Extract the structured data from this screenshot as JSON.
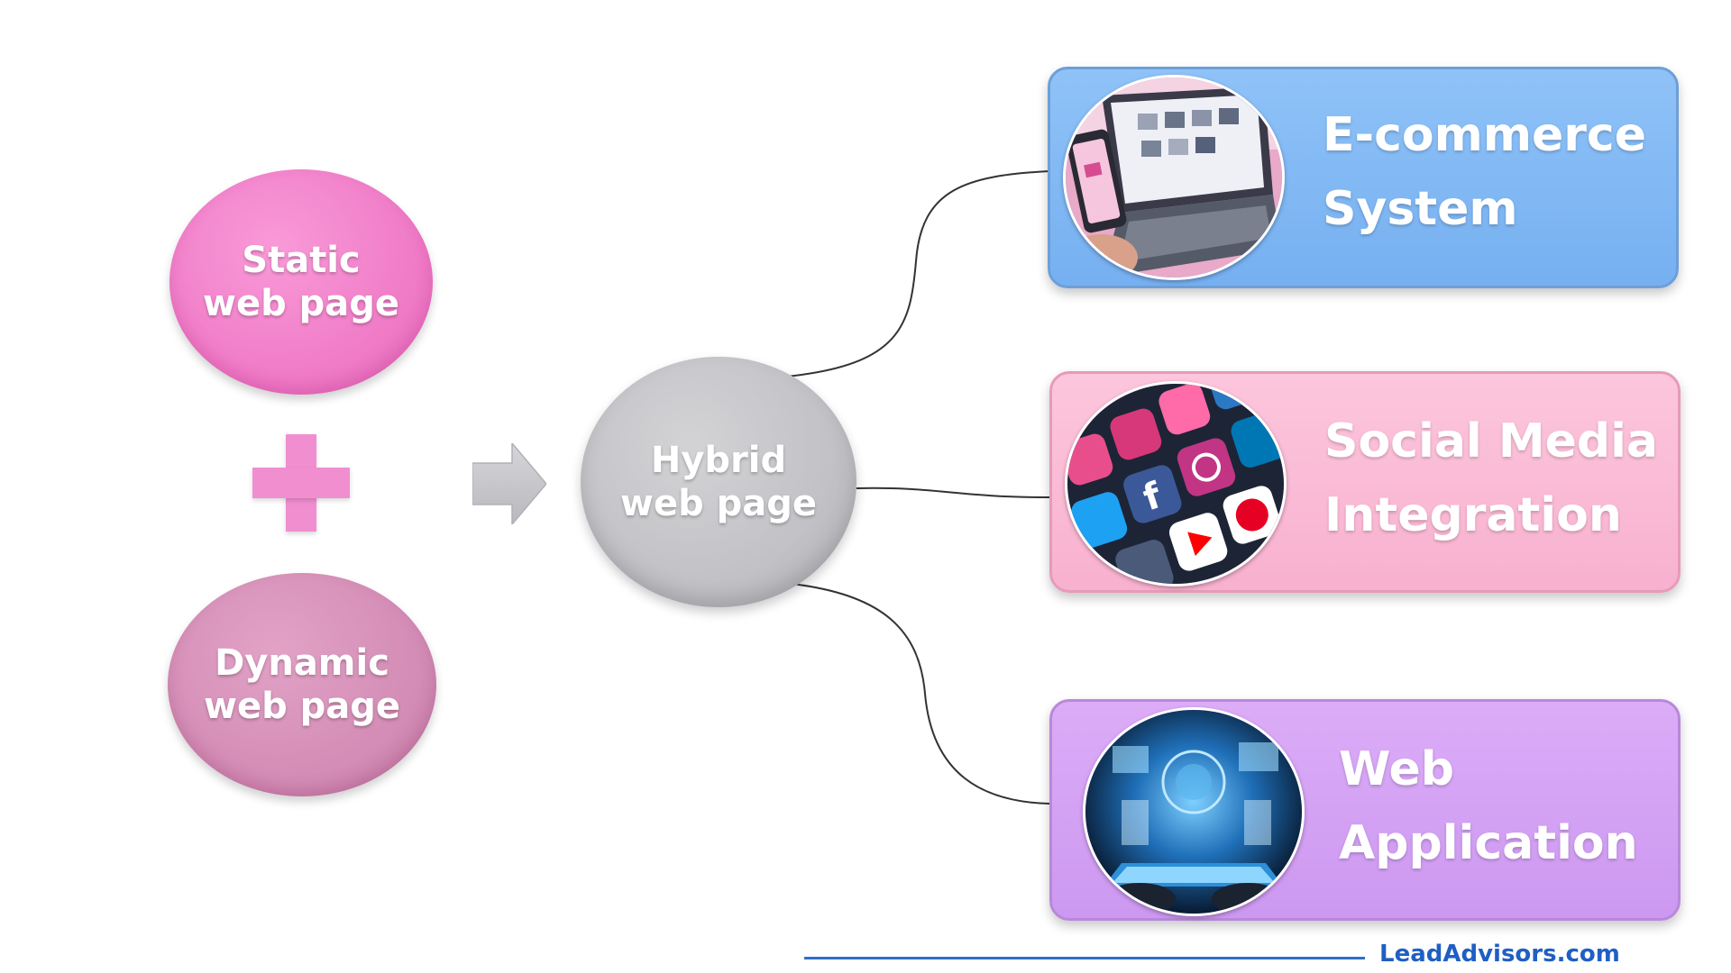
{
  "diagram": {
    "static_node": {
      "line1": "Static",
      "line2": "web page",
      "color": "#ef7ac6"
    },
    "dynamic_node": {
      "line1": "Dynamic",
      "line2": "web page",
      "color": "#d38cb5"
    },
    "hybrid_node": {
      "line1": "Hybrid",
      "line2": "web page",
      "color": "#c2c2c6"
    },
    "plus_symbol": {
      "icon": "plus-icon",
      "color": "#f08ed0"
    },
    "arrow_symbol": {
      "icon": "arrow-right-icon",
      "color": "#c8c8cc"
    },
    "outcomes": [
      {
        "line1": "E-commerce",
        "line2": "System",
        "color": "#76b0f1",
        "image_icon": "laptop-shopping-image"
      },
      {
        "line1": "Social Media",
        "line2": "Integration",
        "color": "#f8b1cf",
        "image_icon": "social-media-apps-image"
      },
      {
        "line1": "Web",
        "line2": "Application",
        "color": "#cc98f1",
        "image_icon": "tablet-hologram-image"
      }
    ]
  },
  "footer": {
    "brand": "LeadAdvisors.com",
    "brand_color": "#1f5fc4"
  }
}
